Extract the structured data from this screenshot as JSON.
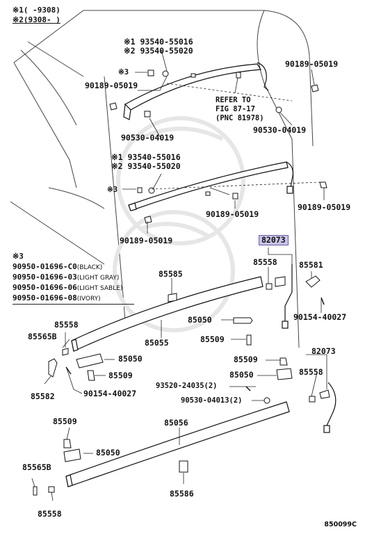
{
  "header_notes": [
    {
      "mark": "※1",
      "text": "(     -9308)"
    },
    {
      "mark": "※2",
      "text": "(9308-     )"
    }
  ],
  "callouts": {
    "p93540_1a": "※1 93540-55016",
    "p93540_2a": "※2 93540-55020",
    "mark3a": "※3",
    "p90189_a": "90189-05019",
    "p90189_b": "90189-05019",
    "p90530_a": "90530-04019",
    "p90530_b": "90530-04019",
    "refer_1": "REFER TO",
    "refer_2": "FIG 87-17",
    "refer_3": "(PNC 81978)",
    "p93540_1b": "※1 93540-55016",
    "p93540_2b": "※2 93540-55020",
    "mark3b": "※3",
    "p90189_c": "90189-05019",
    "p90189_d": "90189-05019",
    "p90189_e": "90189-05019",
    "p82073_hl": "82073",
    "p85558_a": "85558",
    "p85581": "85581",
    "p90154_a": "90154-40027",
    "p85585": "85585",
    "p85050_a": "85050",
    "p85509_a": "85509",
    "p85055": "85055",
    "p85558_b": "85558",
    "p85565b_a": "85565B",
    "p85050_b": "85050",
    "p85509_b": "85509",
    "p85582": "85582",
    "p90154_b": "90154-40027",
    "p85509_c": "85509",
    "p82073_b": "82073",
    "p85050_c": "85050",
    "p85558_c": "85558",
    "p93520": "93520-24035(2)",
    "p90530_c": "90530-04013(2)",
    "p85509_d": "85509",
    "p85056": "85056",
    "p85050_d": "85050",
    "p85565b_b": "85565B",
    "p85586": "85586",
    "p85558_d": "85558"
  },
  "legend": {
    "mark": "※3",
    "rows": [
      {
        "part": "90950-01696-C0",
        "color": "(BLACK)"
      },
      {
        "part": "90950-01696-03",
        "color": "(LIGHT GRAY)"
      },
      {
        "part": "90950-01696-06",
        "color": "(LIGHT SABLE)"
      },
      {
        "part": "90950-01696-08",
        "color": "(IVORY)"
      }
    ]
  },
  "figure_id": "850099C"
}
